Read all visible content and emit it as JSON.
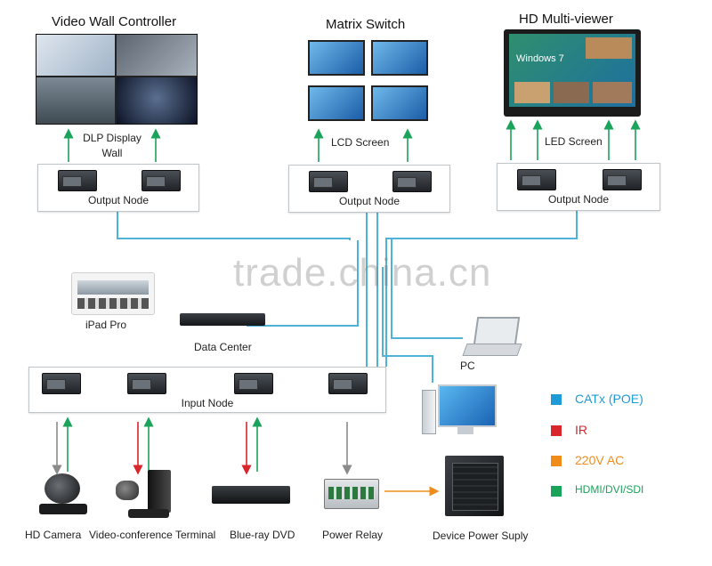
{
  "titles": {
    "video_wall": "Video Wall Controller",
    "matrix": "Matrix Switch",
    "multiviewer": "HD Multi-viewer"
  },
  "screens": {
    "dlp": "DLP Display\nWall",
    "lcd": "LCD Screen",
    "led": "LED Screen",
    "windows_text": "Windows 7"
  },
  "nodes": {
    "output1": "Output Node",
    "output2": "Output Node",
    "output3": "Output Node",
    "input": "Input Node"
  },
  "devices": {
    "ipad": "iPad Pro",
    "datacenter": "Data Center",
    "pc": "PC",
    "hd_camera": "HD Camera",
    "video_conf": "Video-conference Terminal",
    "bluray": "Blue-ray DVD",
    "relay": "Power Relay",
    "power_supply": "Device Power Suply"
  },
  "legend": [
    {
      "label": "CATx (POE)",
      "color": "#1e9ad6"
    },
    {
      "label": "IR",
      "color": "#d9262c"
    },
    {
      "label": "220V AC",
      "color": "#f08c1a"
    },
    {
      "label": "HDMI/DVI/SDI",
      "color": "#1aa35a"
    }
  ],
  "watermark": "trade.china.cn",
  "colors": {
    "catx": "#4fb3d9",
    "ir": "#d9262c",
    "ac": "#f08c1a",
    "hdmi": "#1aa35a",
    "gray": "#8a8a8a"
  }
}
